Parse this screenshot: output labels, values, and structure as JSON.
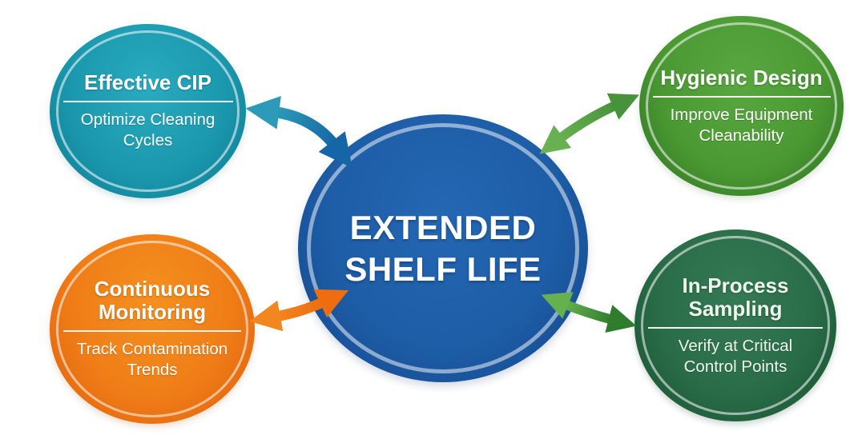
{
  "center": {
    "id": "extended-shelf-life",
    "label_line1": "EXTENDED",
    "label_line2": "SHELF LIFE",
    "fill_color": "#1e5da7",
    "ring_color": "#a9c6e3",
    "text_color": "#ffffff"
  },
  "nodes": [
    {
      "id": "effective-cip",
      "position": "top-left",
      "title": "Effective CIP",
      "subtitle": "Optimize Cleaning Cycles",
      "fill_color": "#1b98ad",
      "text_color": "#ffffff"
    },
    {
      "id": "hygienic-design",
      "position": "top-right",
      "title": "Hygienic Design",
      "subtitle": "Improve Equipment Cleanability",
      "fill_color": "#4b9933",
      "text_color": "#ffffff"
    },
    {
      "id": "continuous-monitoring",
      "position": "bottom-left",
      "title": "Continuous Monitoring",
      "subtitle": "Track Contamination Trends",
      "fill_color": "#ef7d17",
      "text_color": "#ffffff"
    },
    {
      "id": "in-process-sampling",
      "position": "bottom-right",
      "title": "In-Process Sampling",
      "subtitle": "Verify at Critical Control Points",
      "fill_color": "#2a6c48",
      "text_color": "#eef6ee"
    }
  ],
  "arrows": [
    {
      "name": "arrow-effective-cip-center",
      "connects": [
        "effective-cip",
        "extended-shelf-life"
      ],
      "bidirectional": true,
      "color_start": "#2d9ab8",
      "color_end": "#1566a6"
    },
    {
      "name": "arrow-hygienic-design-center",
      "connects": [
        "extended-shelf-life",
        "hygienic-design"
      ],
      "bidirectional": true,
      "color_start": "#68b051",
      "color_end": "#47923a"
    },
    {
      "name": "arrow-continuous-monitoring-center",
      "connects": [
        "continuous-monitoring",
        "extended-shelf-life"
      ],
      "bidirectional": true,
      "color_start": "#f2861f",
      "color_end": "#ed6d10"
    },
    {
      "name": "arrow-in-process-sampling-center",
      "connects": [
        "extended-shelf-life",
        "in-process-sampling"
      ],
      "bidirectional": true,
      "color_start": "#66b14e",
      "color_end": "#2e7d2d"
    }
  ],
  "palette": {
    "background": "#ffffff",
    "center_blue": "#1e5da7",
    "teal": "#1b98ad",
    "green": "#4b9933",
    "orange": "#ef7d17",
    "dark_green": "#2a6c48"
  }
}
